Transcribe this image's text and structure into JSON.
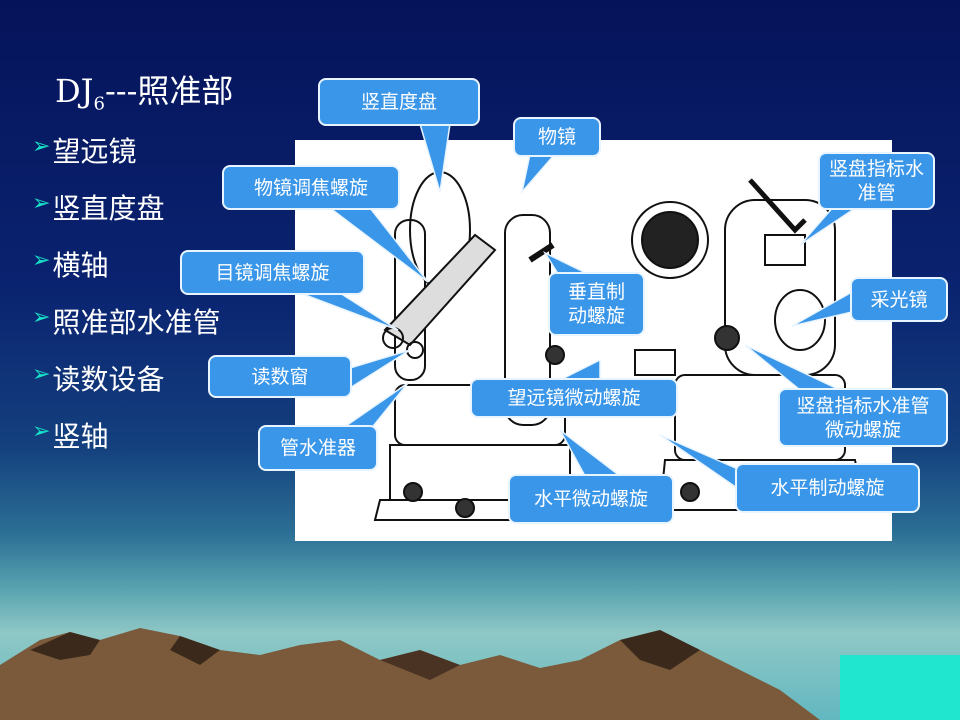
{
  "title": {
    "prefix": "DJ",
    "subscript": "6",
    "suffix": "---照准部"
  },
  "bullets": [
    "望远镜",
    "竖直度盘",
    "横轴",
    "照准部水准管",
    "读数设备",
    "竖轴"
  ],
  "callouts": {
    "vertical_circle": "竖直度盘",
    "objective": "物镜",
    "objective_focus": "物镜调焦螺旋",
    "eyepiece_focus": "目镜调焦螺旋",
    "vertical_clamp": "垂直制动螺旋",
    "reading_window": "读数窗",
    "tube_level": "管水准器",
    "telescope_tangent": "望远镜微动螺旋",
    "horizontal_tangent": "水平微动螺旋",
    "index_level": "竖盘指标水准管",
    "mirror": "采光镜",
    "index_level_tangent": "竖盘指标水准管微动螺旋",
    "horizontal_clamp": "水平制动螺旋"
  },
  "colors": {
    "callout": "#3a96e8",
    "bullet_arrow": "#19e0c8"
  }
}
